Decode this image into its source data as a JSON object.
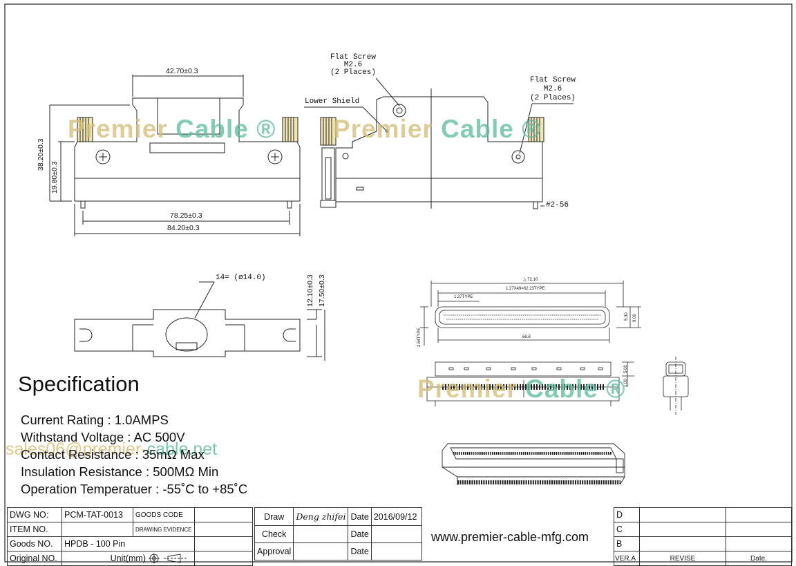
{
  "labels": {
    "flat_screw_1": [
      "Flat Screw",
      "M2.6",
      "(2 Places)"
    ],
    "flat_screw_2": [
      "Flat Screw",
      "M2.6",
      "(2 Places)"
    ],
    "lower_shield": "Lower Shield",
    "screw_thread": "#2-56"
  },
  "dimensions": {
    "top_width": "42.70±0.3",
    "height_total": "38.20±0.3",
    "height_lower": "19.80±0.3",
    "pin_span": "78.25±0.3",
    "overall_width": "84.20±0.3",
    "hole": "14= (ø14.0)",
    "h12": "12.10±0.3",
    "h17": "17.50±0.3",
    "pcb_width": "72.10",
    "pitch_total": "1.27X49=62.23TYPE",
    "pitch": "1.27TYPE",
    "pcb_inner": "66.8",
    "d_530": "5.30",
    "d_900": "9.00",
    "d_254": "2.54TYPE",
    "d_500": "5.00",
    "d_100": "1.00"
  },
  "watermark": {
    "part1": "Premier ",
    "part2": "Cable ®",
    "email_part1": "sales06@premier-",
    "email_part2": "cable.net"
  },
  "specification": {
    "title": "Specification",
    "lines": [
      "Current Rating : 1.0AMPS",
      "Withstand Voltage : AC 500V",
      "Contact Resistance : 35mΩ Max",
      "Insulation Resistance : 500MΩ Min",
      "Operation Temperatuer : -55˚C to +85˚C"
    ]
  },
  "title_block": {
    "dwg_no_label": "DWG NO:",
    "dwg_no": "PCM-TAT-0013",
    "goods_code_label": "GOODS CODE",
    "item_no_label": "ITEM NO.",
    "drawing_evidence": "DRAWING EVIDENCE",
    "goods_no_label": "Goods NO.",
    "goods_no": "HPDB - 100 Pin",
    "original_no_label": "Original NO.",
    "unit": "Unit(mm)",
    "draw_label": "Draw",
    "draw_name": "Deng zhifei",
    "date_label": "Date",
    "draw_date": "2016/09/12",
    "check_label": "Check",
    "approval_label": "Approval",
    "website": "www.premier-cable-mfg.com",
    "rev_d": "D",
    "rev_c": "C",
    "rev_b": "B",
    "ver_label": "VER.A",
    "revise_label": "REVISE",
    "date_col_label": "Date."
  }
}
